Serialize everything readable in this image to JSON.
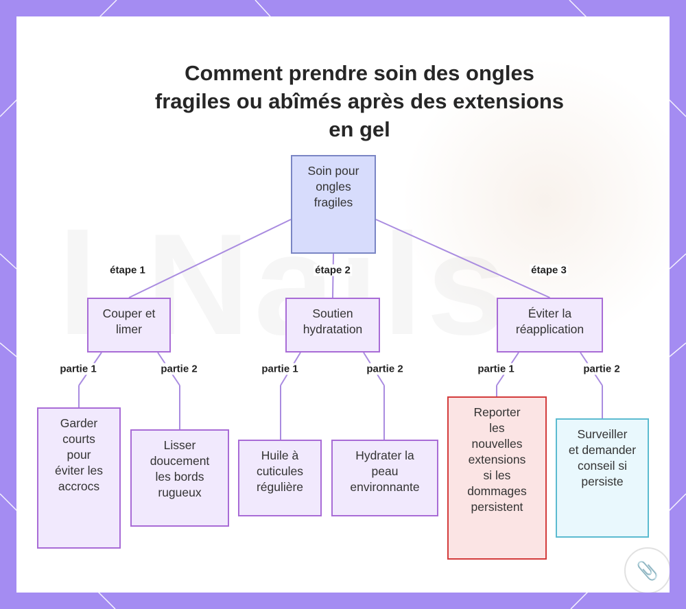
{
  "title": "Comment prendre soin des ongles fragiles ou abîmés après des extensions en gel",
  "watermark": "l Nails",
  "colors": {
    "frame": "#a48cf2",
    "connector": "#a98be0",
    "node_fill": "#f1e9fd",
    "node_border": "#a86bd6",
    "root_fill": "#d7dcfc",
    "root_border": "#7a85c4",
    "warning_fill": "#fbe4e4",
    "warning_border": "#d33b3b",
    "info_fill": "#e9f8fd",
    "info_border": "#5bbbd0"
  },
  "root": {
    "label": "Soin pour ongles fragiles"
  },
  "steps": [
    {
      "edge_label": "étape 1",
      "label": "Couper et limer",
      "parts": [
        {
          "edge_label": "partie 1",
          "label": "Garder courts pour éviter les accrocs"
        },
        {
          "edge_label": "partie 2",
          "label": "Lisser doucement les bords rugueux"
        }
      ]
    },
    {
      "edge_label": "étape 2",
      "label": "Soutien hydratation",
      "parts": [
        {
          "edge_label": "partie 1",
          "label": "Huile à cuticules régulière"
        },
        {
          "edge_label": "partie 2",
          "label": "Hydrater la peau environnante"
        }
      ]
    },
    {
      "edge_label": "étape 3",
      "label": "Éviter la réapplication",
      "parts": [
        {
          "edge_label": "partie 1",
          "label": "Reporter les nouvelles extensions si les dommages persistent"
        },
        {
          "edge_label": "partie 2",
          "label": "Surveiller et demander conseil si persiste"
        }
      ]
    }
  ],
  "badge_icon": "paperclip-icon"
}
